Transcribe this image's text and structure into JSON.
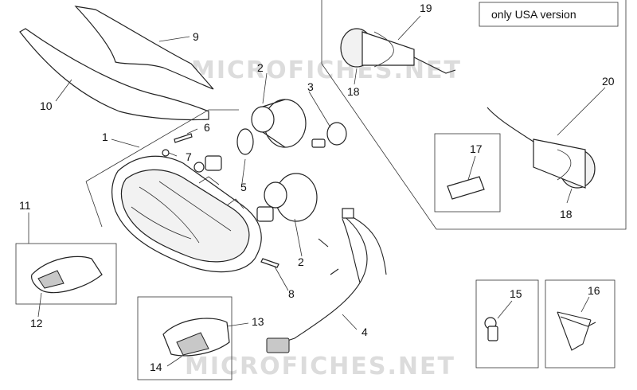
{
  "watermark": "MICROFICHES.NET",
  "note": "only USA version",
  "labels": {
    "l1": "1",
    "l2a": "2",
    "l2b": "2",
    "l3": "3",
    "l4": "4",
    "l5": "5",
    "l6": "6",
    "l7": "7",
    "l8": "8",
    "l9": "9",
    "l10": "10",
    "l11": "11",
    "l12": "12",
    "l13": "13",
    "l14": "14",
    "l15": "15",
    "l16": "16",
    "l17": "17",
    "l18a": "18",
    "l18b": "18",
    "l19": "19",
    "l20": "20"
  }
}
